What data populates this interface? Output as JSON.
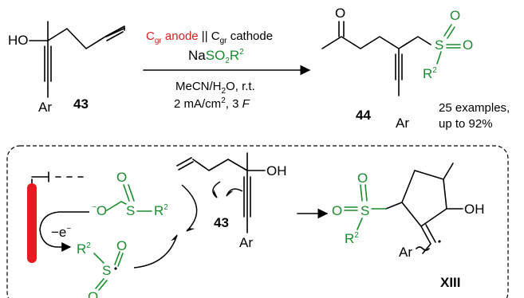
{
  "reaction": {
    "conditions": {
      "electrode_anode": "C",
      "electrode_anode_sub": "gr",
      "anode_word": " anode",
      "separator": " || ",
      "electrode_cathode": "C",
      "electrode_cathode_sub": "gr",
      "cathode_word": " cathode",
      "reagent_prefix": "Na",
      "reagent_so2": "SO",
      "reagent_so2_sub": "2",
      "reagent_r": "R",
      "reagent_r_sup": "2",
      "solvent": "MeCN/H",
      "solvent_sub": "2",
      "solvent_tail": "O, r.t.",
      "current_value": "2 mA/cm",
      "current_sup": "2",
      "charge_value": ", 3 ",
      "charge_unit": "F"
    },
    "starting_material": {
      "label": "43",
      "oh": "HO",
      "ar": "Ar"
    },
    "product": {
      "label": "44",
      "o": "O",
      "s": "S",
      "o2": "O",
      "o3": "O",
      "r": "R",
      "r_sup": "2",
      "ar": "Ar"
    },
    "yield_note": {
      "line1": "25 examples,",
      "line2": "up to 92%"
    }
  },
  "mechanism": {
    "electron": "−e",
    "electron_sup": "−",
    "sulfinate": {
      "minus": "−",
      "o": "O",
      "s": "S",
      "o_top": "O",
      "r": "R",
      "r_sup": "2"
    },
    "radical": {
      "r": "R",
      "r_sup": "2",
      "s": "S",
      "o": "O",
      "o_side": "O"
    },
    "intermediate_43": {
      "label": "43",
      "oh": "OH",
      "ar": "Ar"
    },
    "intermediate_XIII": {
      "label": "XIII",
      "oh": "OH",
      "o_top": "O",
      "o_side": "O",
      "s": "S",
      "r": "R",
      "r_sup": "2",
      "ar": "Ar"
    }
  },
  "colors": {
    "green": "#1a8c2e",
    "red": "#d42020",
    "electrode": "#e8191f"
  }
}
